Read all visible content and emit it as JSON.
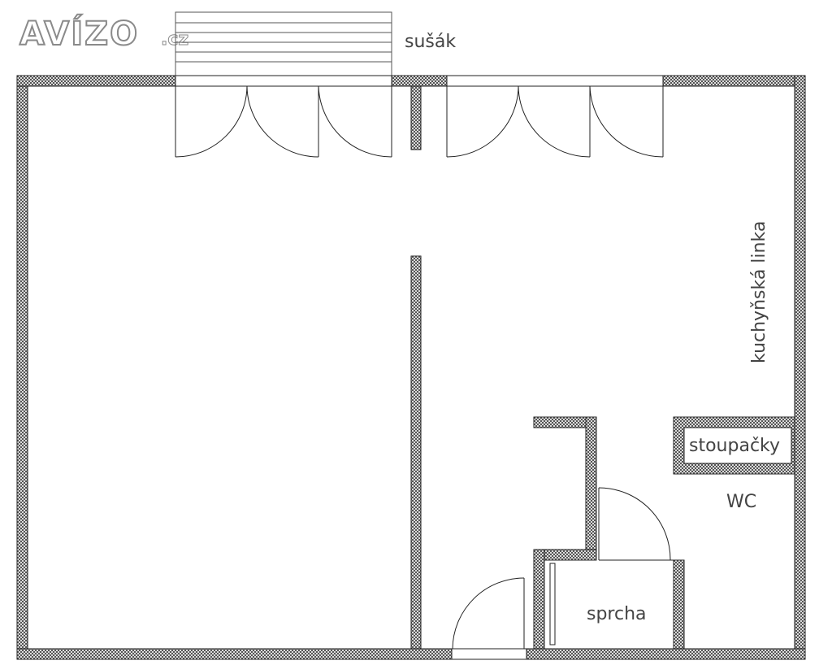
{
  "logo": {
    "main": "AVÍZO",
    "suffix": ".cz"
  },
  "labels": {
    "drying_rack": "sušák",
    "kitchen_unit": "kuchyňská linka",
    "risers": "stoupačky",
    "wc": "WC",
    "shower": "sprcha"
  },
  "colors": {
    "wall_line": "#222222",
    "label_text": "#444444",
    "background": "#ffffff"
  }
}
